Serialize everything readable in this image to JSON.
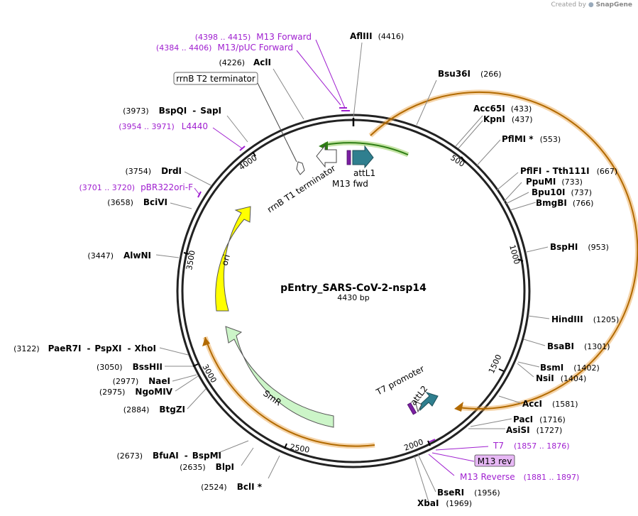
{
  "credit": {
    "prefix": "Created by",
    "brand": "SnapGene"
  },
  "plasmid": {
    "name": "pEntry_SARS-CoV-2-nsp14",
    "length": "4430 bp"
  },
  "ticks": [
    "500",
    "1000",
    "1500",
    "2000",
    "2500",
    "3000",
    "3500",
    "4000"
  ],
  "features": {
    "attl1": "attL1",
    "m13fwd": "M13 fwd",
    "rrnb_t1": "rrnB T1 terminator",
    "ori": "ori",
    "smr": "SmR",
    "t7prom": "T7 promoter",
    "attl2": "attL2"
  },
  "sites": {
    "afliii": {
      "name": "AflIII",
      "pos": "(4416)"
    },
    "bsu36i": {
      "name": "Bsu36I",
      "pos": "(266)"
    },
    "acc65i": {
      "name": "Acc65I",
      "pos": "(433)"
    },
    "kpni": {
      "name": "KpnI",
      "pos": "(437)"
    },
    "pflmi": {
      "name": "PflMI *",
      "pos": "(553)"
    },
    "pflfi": {
      "name": "PflFI",
      "sep": "-",
      "name2": "Tth111I",
      "pos": "(667)"
    },
    "ppumi": {
      "name": "PpuMI",
      "pos": "(733)"
    },
    "bpu10i": {
      "name": "Bpu10I",
      "pos": "(737)"
    },
    "bmgbi": {
      "name": "BmgBI",
      "pos": "(766)"
    },
    "bsphi": {
      "name": "BspHI",
      "pos": "(953)"
    },
    "hindiii": {
      "name": "HindIII",
      "pos": "(1205)"
    },
    "bsabi": {
      "name": "BsaBI",
      "pos": "(1301)"
    },
    "bsmi": {
      "name": "BsmI",
      "pos": "(1402)"
    },
    "nsii": {
      "name": "NsiI",
      "pos": "(1404)"
    },
    "acci": {
      "name": "AccI",
      "pos": "(1581)"
    },
    "paci": {
      "name": "PacI",
      "pos": "(1716)"
    },
    "asisi": {
      "name": "AsiSI",
      "pos": "(1727)"
    },
    "bseri": {
      "name": "BseRI",
      "pos": "(1956)"
    },
    "xbai": {
      "name": "XbaI",
      "pos": "(1969)"
    },
    "bcli": {
      "name": "BclI *",
      "pos": "(2524)"
    },
    "blpi": {
      "name": "BlpI",
      "pos": "(2635)"
    },
    "bfuai": {
      "pos": "(2673)",
      "name": "BfuAI",
      "sep": "-",
      "name2": "BspMI"
    },
    "btgzi": {
      "pos": "(2884)",
      "name": "BtgZI"
    },
    "ngomiv": {
      "pos": "(2975)",
      "name": "NgoMIV"
    },
    "naei": {
      "pos": "(2977)",
      "name": "NaeI"
    },
    "bsshii": {
      "pos": "(3050)",
      "name": "BssHII"
    },
    "paer7i": {
      "pos": "(3122)",
      "name": "PaeR7I",
      "sep": "-",
      "name2": "PspXI",
      "sep2": "-",
      "name3": "XhoI"
    },
    "alwni": {
      "pos": "(3447)",
      "name": "AlwNI"
    },
    "bcivi": {
      "pos": "(3658)",
      "name": "BciVI"
    },
    "drdi": {
      "pos": "(3754)",
      "name": "DrdI"
    },
    "bspqi": {
      "pos": "(3973)",
      "name": "BspQI",
      "sep": "-",
      "name2": "SapI"
    },
    "acli": {
      "pos": "(4226)",
      "name": "AclI"
    },
    "rrnb_t2": {
      "name": "rrnB T2 terminator"
    }
  },
  "primers": {
    "m13forward": {
      "range": "(4398 .. 4415)",
      "name": "M13 Forward"
    },
    "m13puc": {
      "range": "(4384 .. 4406)",
      "name": "M13/pUC Forward"
    },
    "l4440": {
      "range": "(3954 .. 3971)",
      "name": "L4440"
    },
    "pbr322": {
      "range": "(3701 .. 3720)",
      "name": "pBR322ori-F"
    },
    "t7": {
      "name": "T7",
      "range": "(1857 .. 1876)"
    },
    "m13rev": {
      "name": "M13 rev"
    },
    "m13reverse": {
      "name": "M13 Reverse",
      "range": "(1881 .. 1897)"
    }
  },
  "colors": {
    "backbone": "#222222",
    "cds_orange": "#e8891a",
    "cds_fill": "#fbd38d",
    "green_arc": "#3a8f1a",
    "teal": "#2f7f8f",
    "purple": "#7b1fa2",
    "primer_text": "#a020d0",
    "ori_yellow": "#ffff00",
    "smr_green": "#ccf5c8"
  }
}
